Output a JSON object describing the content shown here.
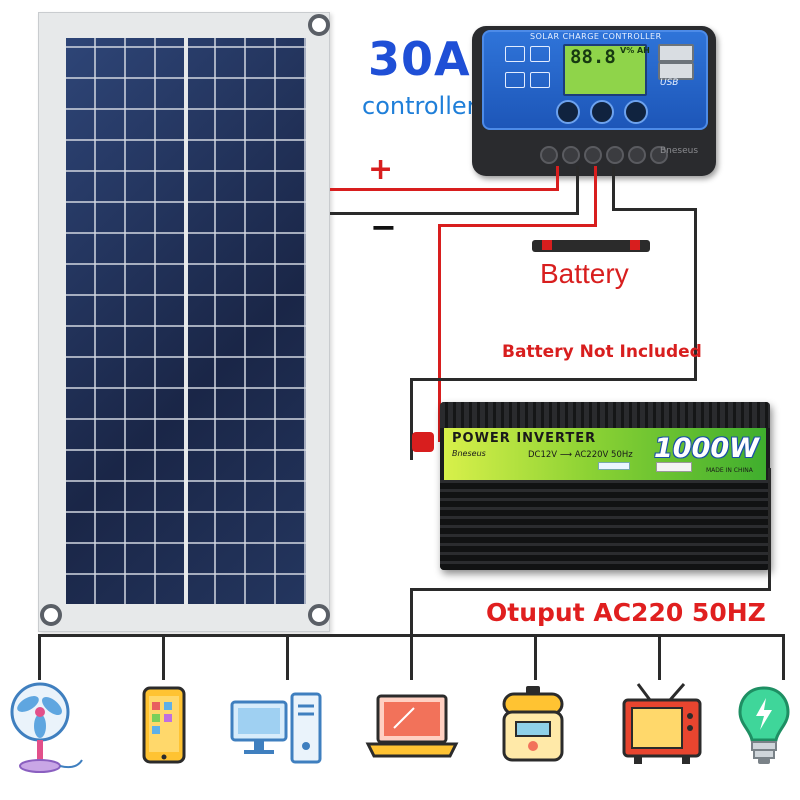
{
  "headline": {
    "amps": "30A",
    "subtitle": "controller"
  },
  "controller": {
    "title": "SOLAR CHARGE CONTROLLER",
    "lcd_digits": "88.8",
    "lcd_units": "V% AH",
    "usb_label": "USB",
    "brand": "Bneseus"
  },
  "wiring": {
    "positive_symbol": "+",
    "negative_symbol": "−"
  },
  "battery": {
    "label": "Battery",
    "note": "Battery Not Included"
  },
  "inverter": {
    "title": "POWER INVERTER",
    "brand": "Bneseus",
    "spec": "DC12V ⟶ AC220V 50Hz",
    "wattage": "1000W",
    "made_in": "MADE IN CHINA"
  },
  "output": {
    "label": "Otuput AC220 50HZ"
  },
  "appliances": [
    {
      "name": "fan-icon"
    },
    {
      "name": "smartphone-icon"
    },
    {
      "name": "desktop-computer-icon"
    },
    {
      "name": "laptop-icon"
    },
    {
      "name": "rice-cooker-icon"
    },
    {
      "name": "television-icon"
    },
    {
      "name": "light-bulb-icon"
    }
  ],
  "colors": {
    "headline_blue": "#1f4fd6",
    "wire_red": "#d81e1e",
    "controller_blue": "#2f74d9",
    "inverter_green": "#8cd234"
  }
}
